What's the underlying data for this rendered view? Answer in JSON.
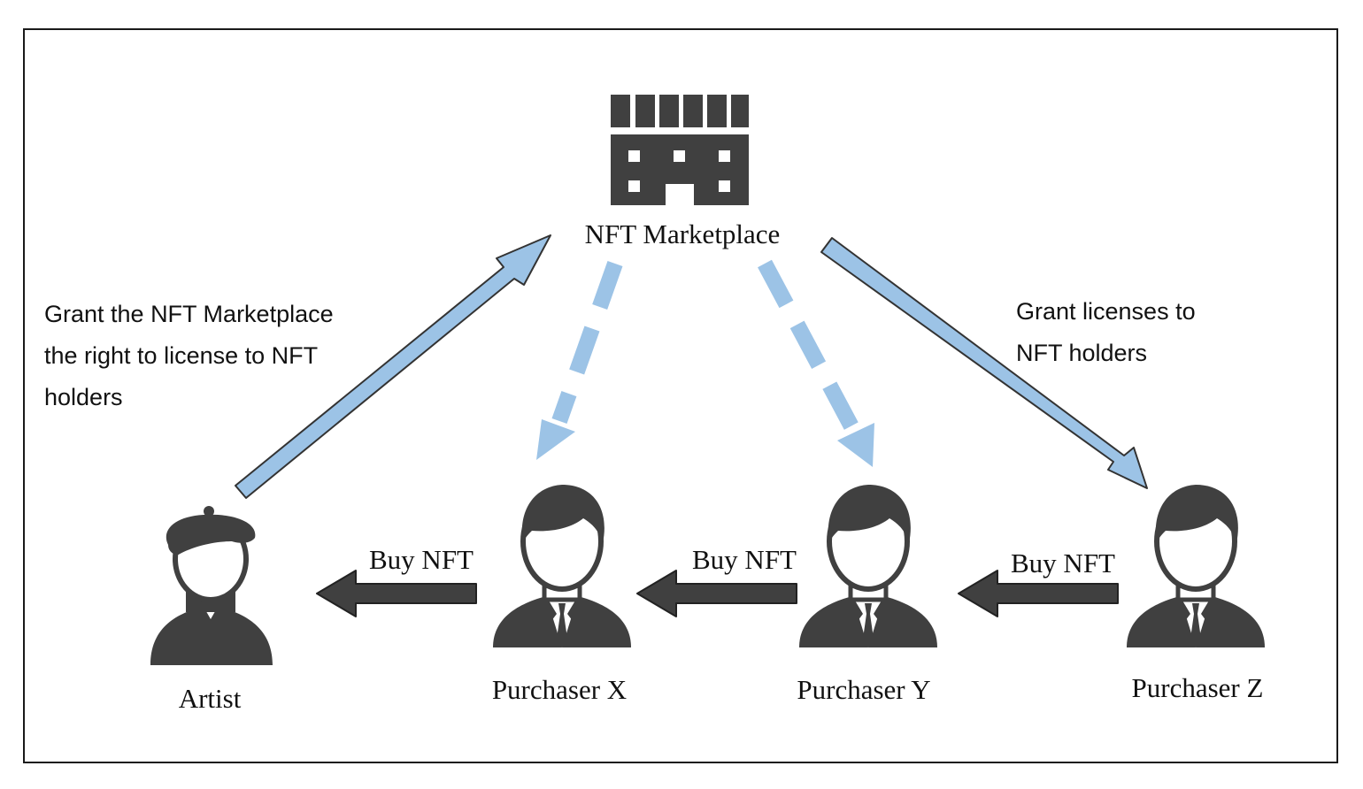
{
  "marketplace": {
    "label": "NFT Marketplace",
    "icon": "store-building-icon"
  },
  "nodes": {
    "artist": {
      "label": "Artist",
      "icon": "artist-beret-icon"
    },
    "purchaser_x": {
      "label": "Purchaser X",
      "icon": "businessman-icon"
    },
    "purchaser_y": {
      "label": "Purchaser Y",
      "icon": "businessman-icon"
    },
    "purchaser_z": {
      "label": "Purchaser Z",
      "icon": "businessman-icon"
    }
  },
  "annotations": {
    "grant_marketplace": [
      "Grant the NFT Marketplace",
      "the right to license to NFT",
      "holders"
    ],
    "grant_licenses": [
      "Grant licenses to",
      "NFT holders"
    ]
  },
  "buy_labels": {
    "x_to_artist": "Buy NFT",
    "y_to_x": "Buy NFT",
    "z_to_y": "Buy NFT"
  },
  "colors": {
    "light_blue_arrow": "#9cc3e6",
    "dark_arrow": "#404040",
    "icon_fill": "#404040"
  }
}
